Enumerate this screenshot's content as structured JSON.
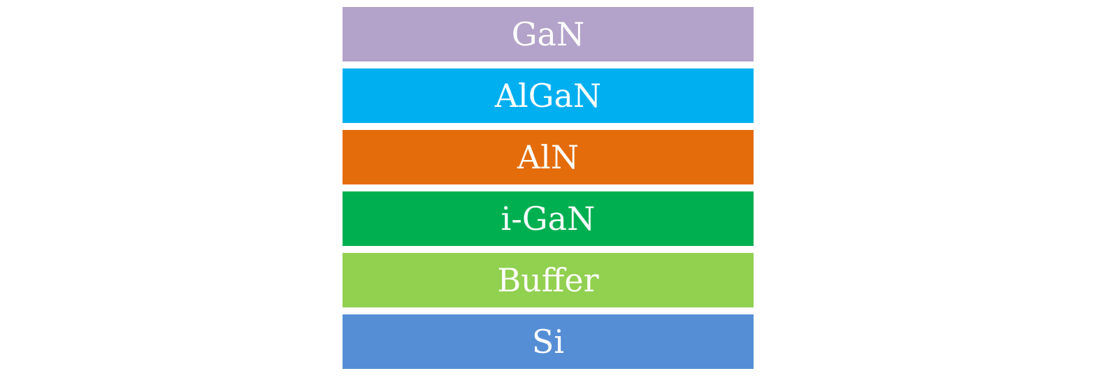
{
  "layers": [
    {
      "label": "GaN",
      "color": "#b3a2c9"
    },
    {
      "label": "AlGaN",
      "color": "#00aff0"
    },
    {
      "label": "AlN",
      "color": "#e46c0a"
    },
    {
      "label": "i-GaN",
      "color": "#00b050"
    },
    {
      "label": "Buffer",
      "color": "#92d050"
    },
    {
      "label": "Si",
      "color": "#558ed5"
    }
  ]
}
